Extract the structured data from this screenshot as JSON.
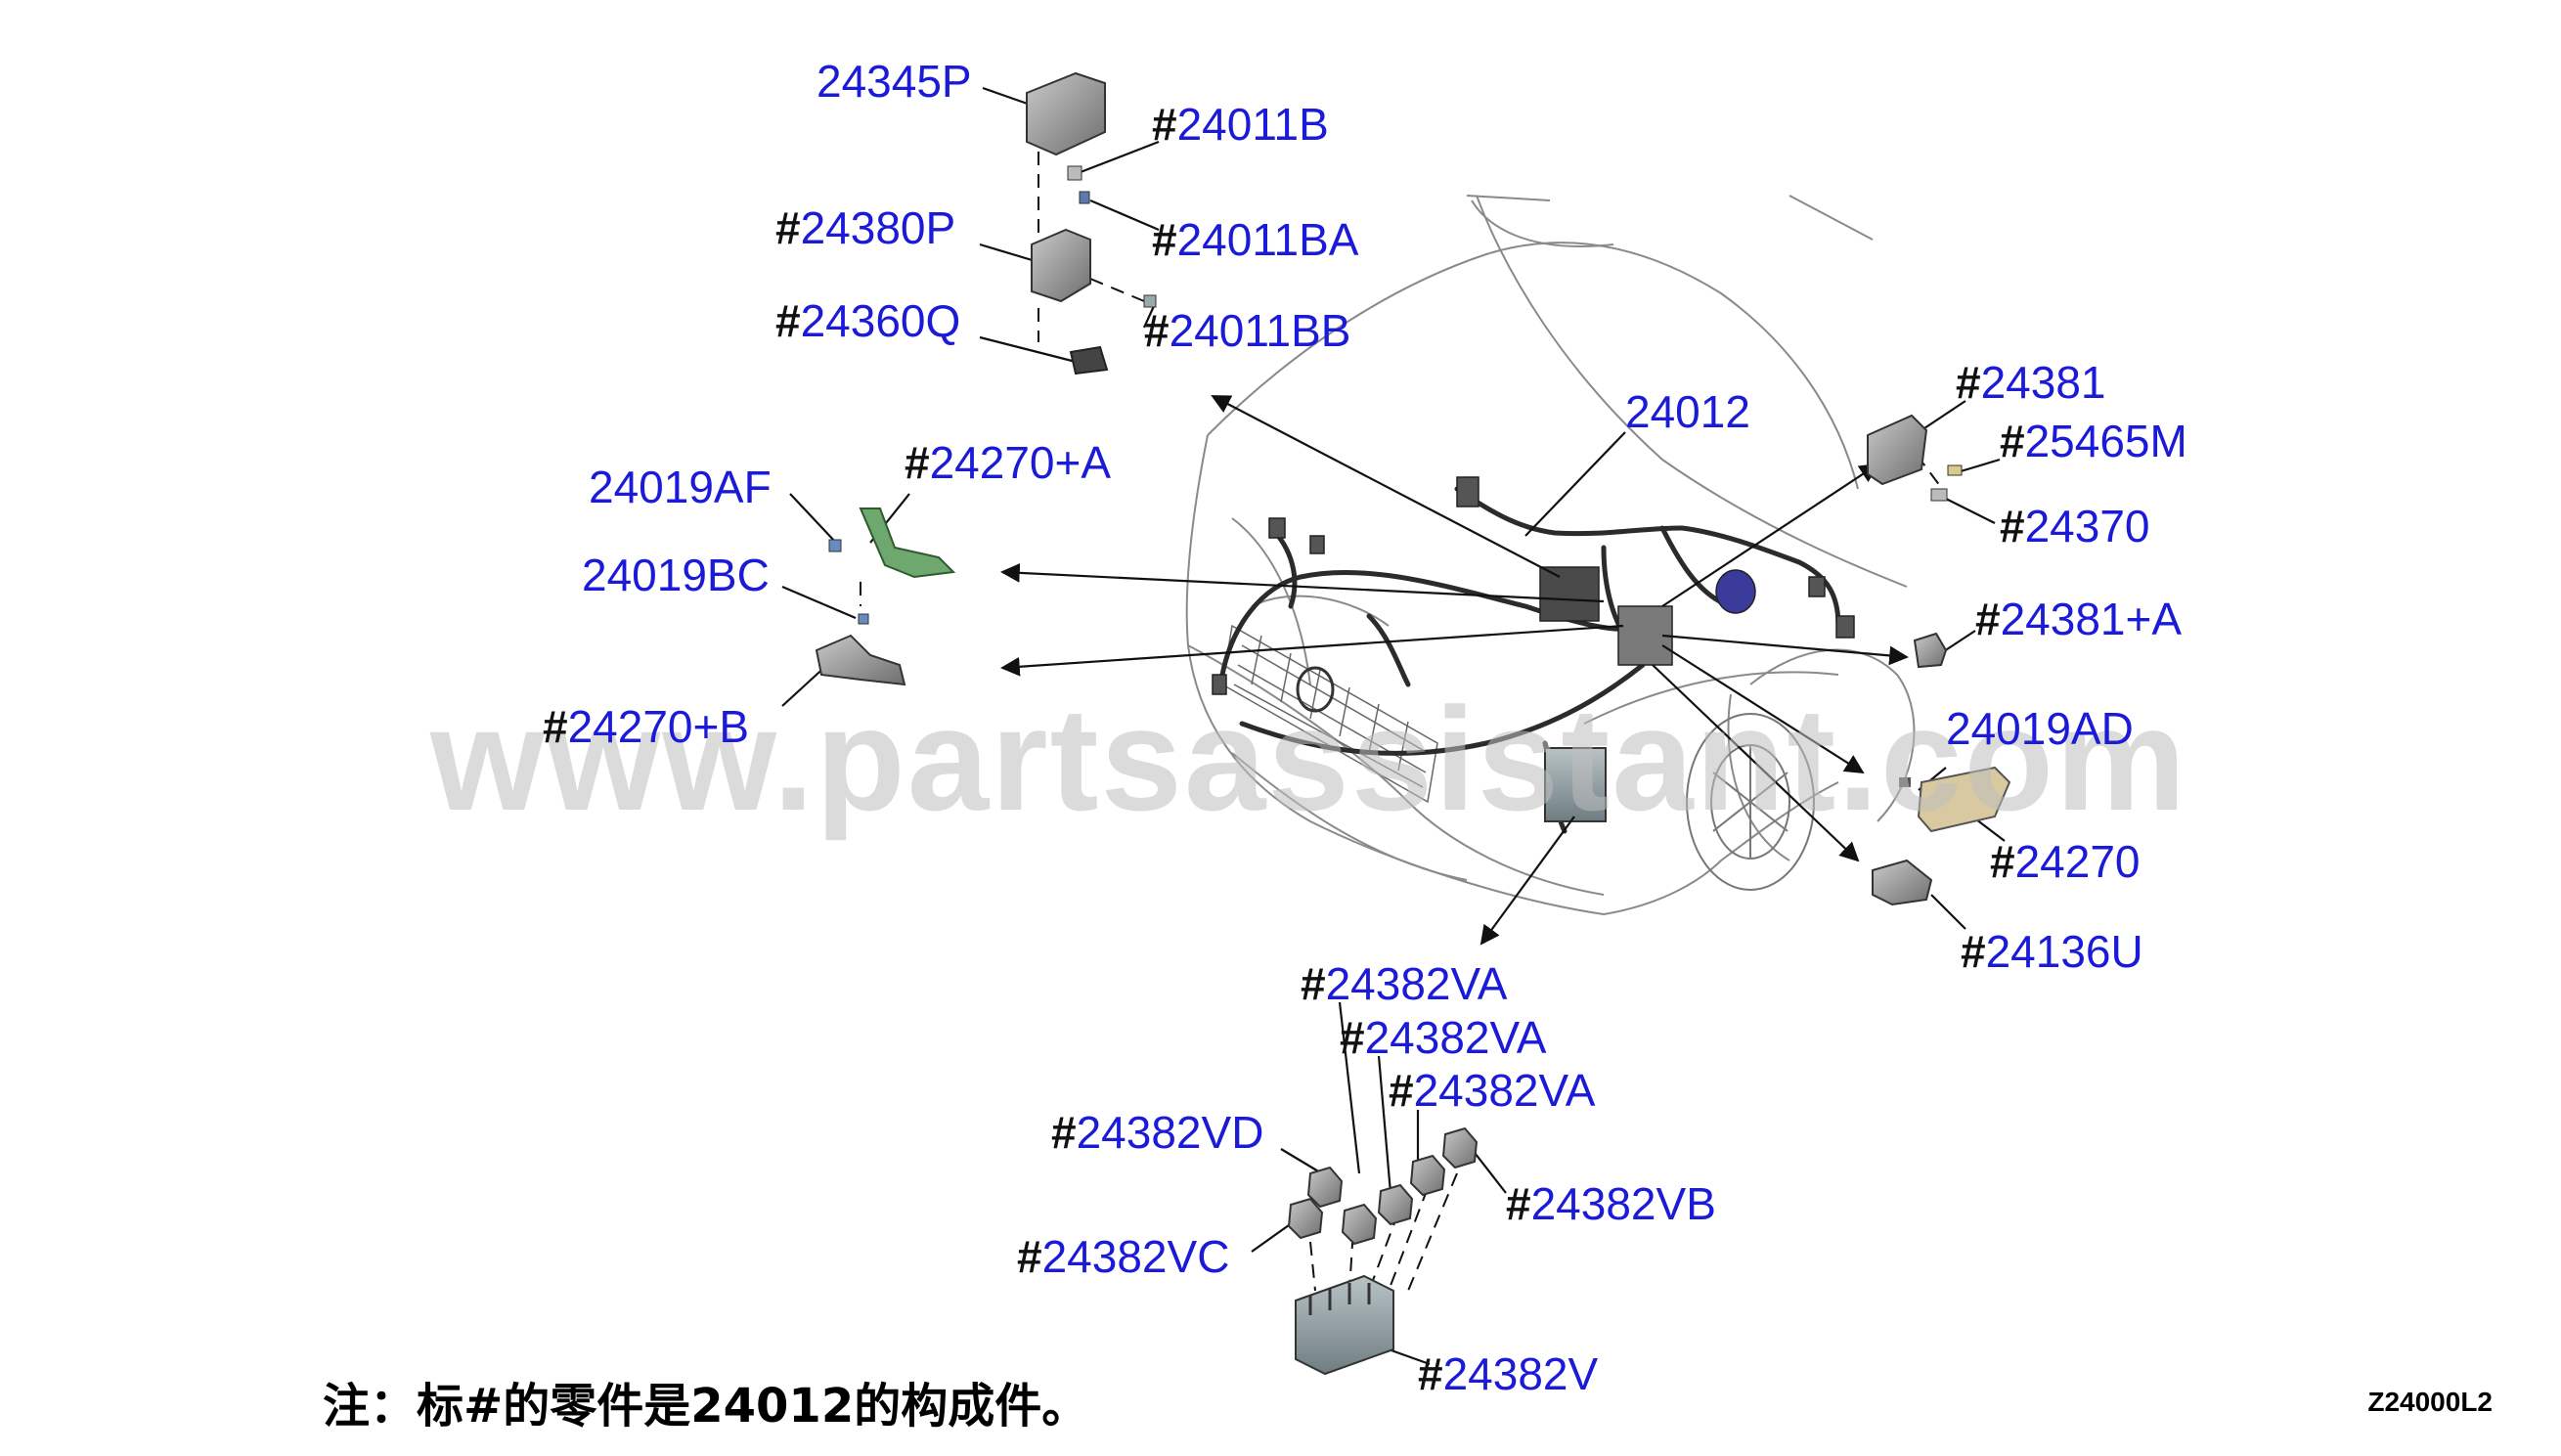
{
  "watermark": "www.partsassistant.com",
  "labels": [
    {
      "id": "24345P",
      "text": "24345P",
      "hash": false
    },
    {
      "id": "24011B",
      "text": "24011B",
      "hash": true
    },
    {
      "id": "24380P",
      "text": "24380P",
      "hash": true
    },
    {
      "id": "24011BA",
      "text": "24011BA",
      "hash": true
    },
    {
      "id": "24360Q",
      "text": "24360Q",
      "hash": true
    },
    {
      "id": "24011BB",
      "text": "24011BB",
      "hash": true
    },
    {
      "id": "24012",
      "text": "24012",
      "hash": false
    },
    {
      "id": "24381",
      "text": "24381",
      "hash": true
    },
    {
      "id": "25465M",
      "text": "25465M",
      "hash": true
    },
    {
      "id": "24370",
      "text": "24370",
      "hash": true
    },
    {
      "id": "24019AF",
      "text": "24019AF",
      "hash": false
    },
    {
      "id": "24270A",
      "text": "24270+A",
      "hash": true
    },
    {
      "id": "24019BC",
      "text": "24019BC",
      "hash": false
    },
    {
      "id": "24270B",
      "text": "24270+B",
      "hash": true
    },
    {
      "id": "24381A",
      "text": "24381+A",
      "hash": true
    },
    {
      "id": "24019AD",
      "text": "24019AD",
      "hash": false
    },
    {
      "id": "24270",
      "text": "24270",
      "hash": true
    },
    {
      "id": "24136U",
      "text": "24136U",
      "hash": true
    },
    {
      "id": "24382VA1",
      "text": "24382VA",
      "hash": true
    },
    {
      "id": "24382VA2",
      "text": "24382VA",
      "hash": true
    },
    {
      "id": "24382VA3",
      "text": "24382VA",
      "hash": true
    },
    {
      "id": "24382VD",
      "text": "24382VD",
      "hash": true
    },
    {
      "id": "24382VB",
      "text": "24382VB",
      "hash": true
    },
    {
      "id": "24382VC",
      "text": "24382VC",
      "hash": true
    },
    {
      "id": "24382V",
      "text": "24382V",
      "hash": true
    }
  ],
  "note": "注：标#的零件是24012的构成件。",
  "drawing_code": "Z24000L2"
}
